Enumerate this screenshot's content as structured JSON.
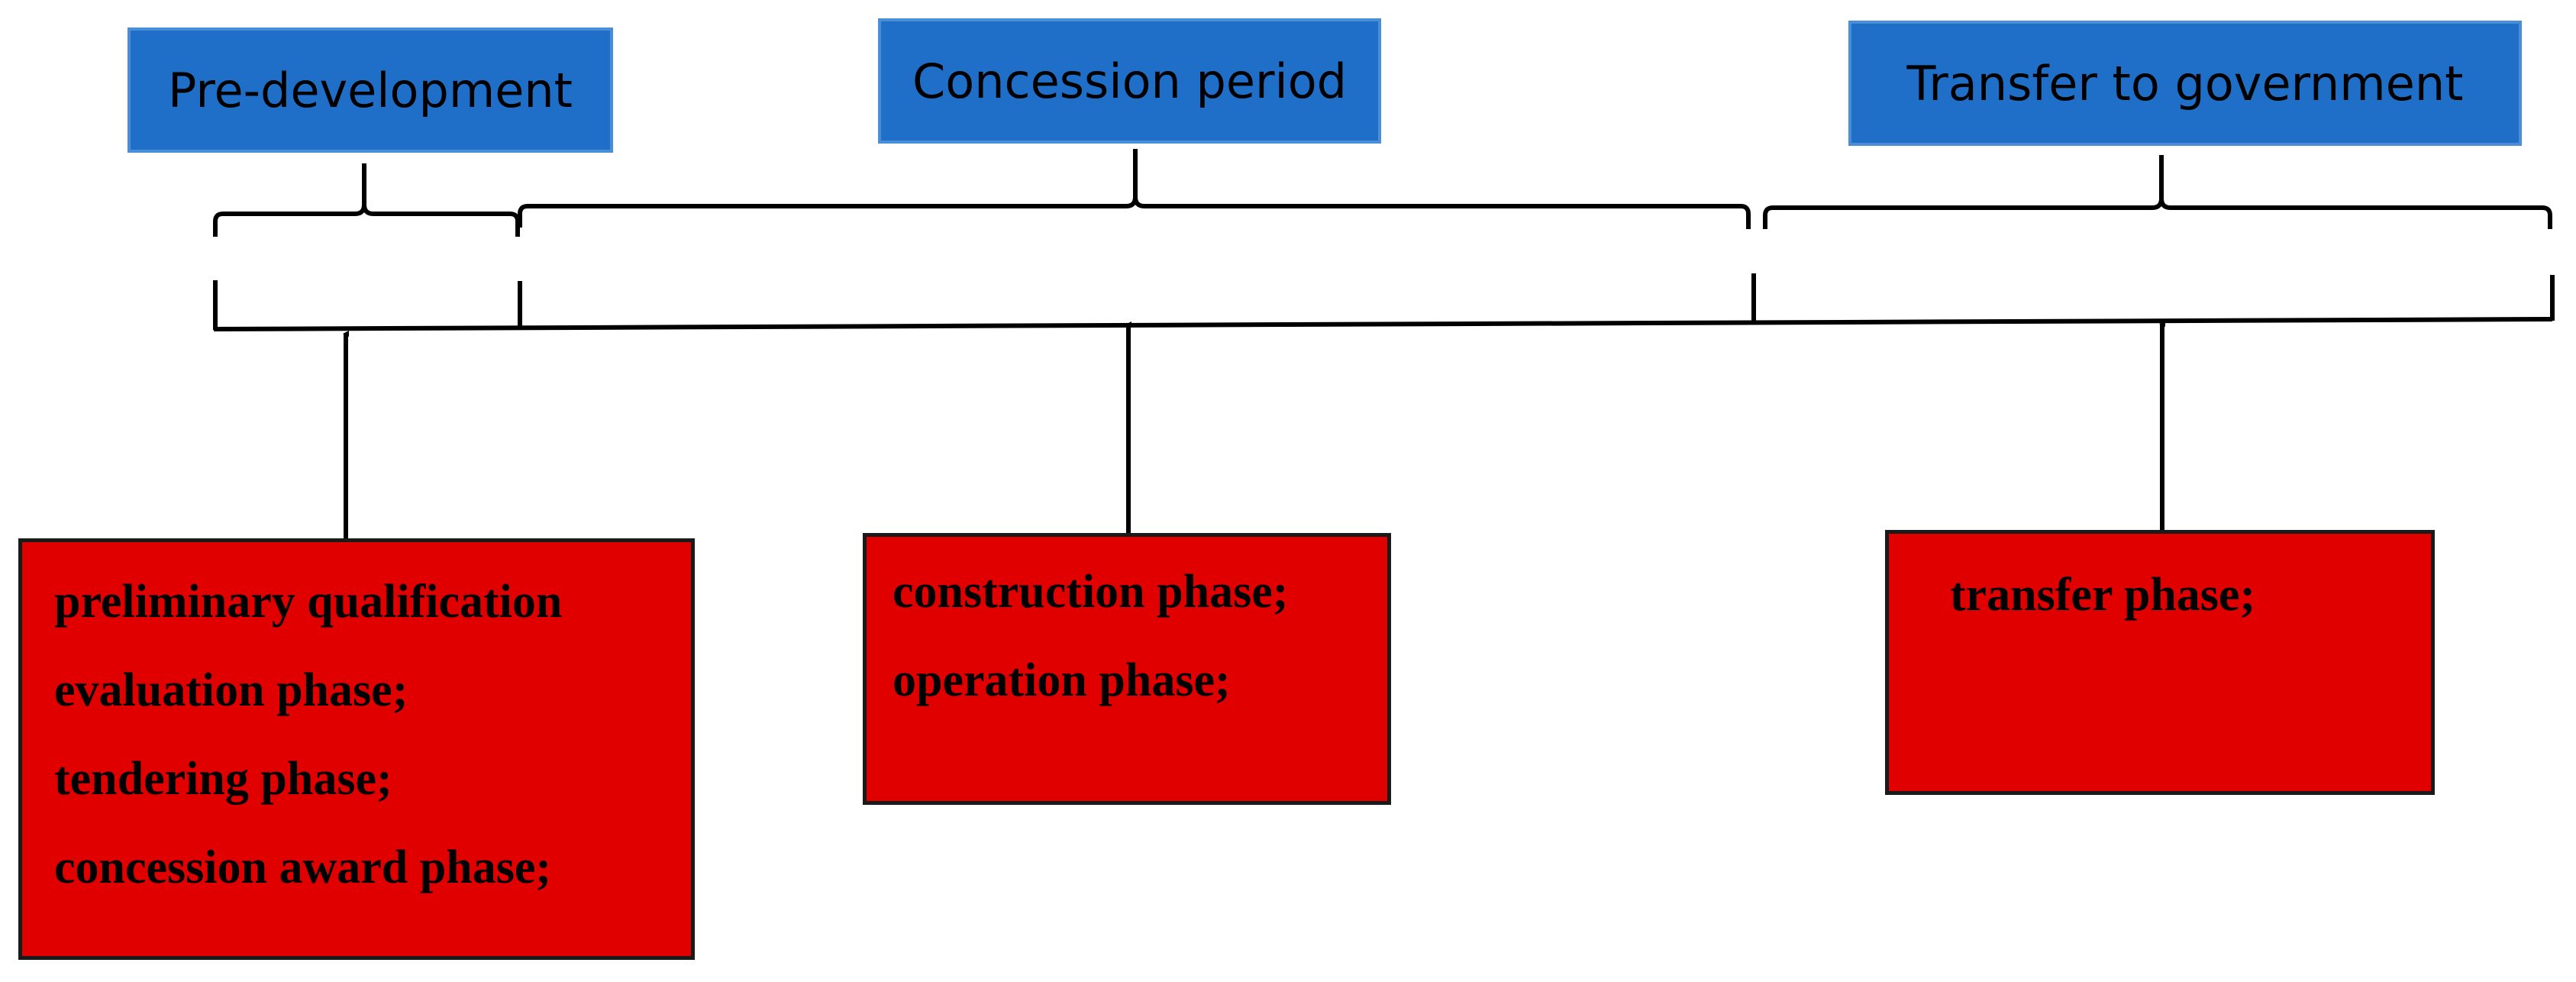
{
  "stages": {
    "pre_development": "Pre-development",
    "concession_period": "Concession period",
    "transfer_to_government": "Transfer to government"
  },
  "phases": {
    "pre_development": [
      "preliminary qualification",
      "evaluation phase;",
      "tendering phase;",
      "concession award phase;"
    ],
    "concession_period": [
      "construction phase;",
      "operation phase;"
    ],
    "transfer_to_government": [
      "transfer phase;"
    ]
  },
  "colors": {
    "stage_fill": "#1f6fc8",
    "phase_fill": "#e00000",
    "line": "#000000"
  }
}
